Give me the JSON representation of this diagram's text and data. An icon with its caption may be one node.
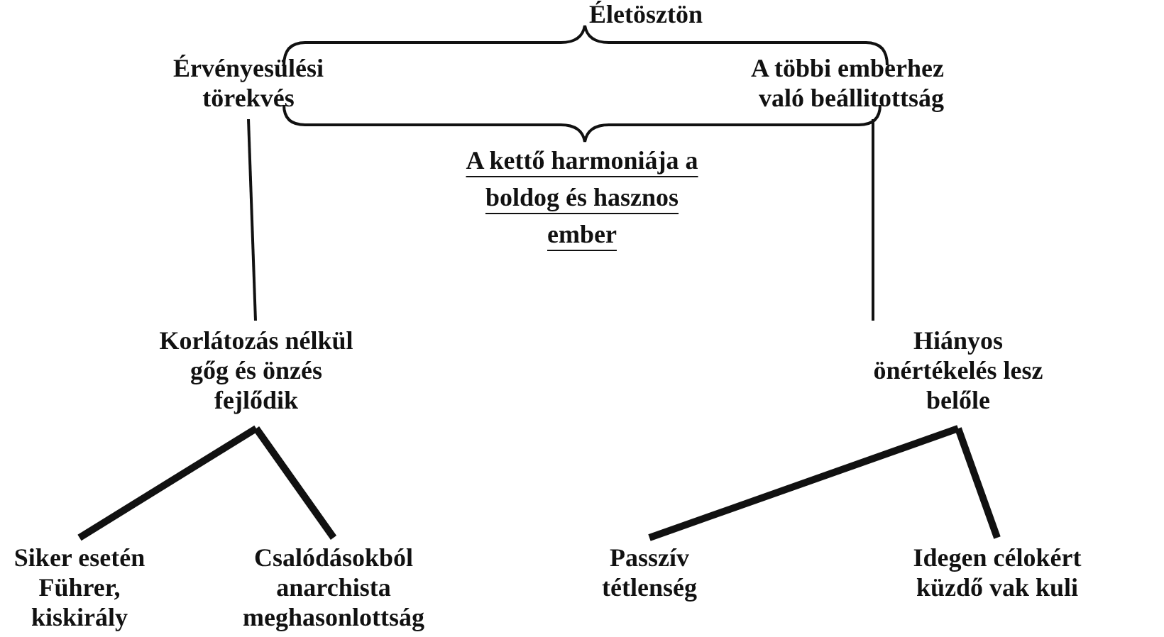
{
  "diagram": {
    "nodes": [
      {
        "text": [
          "Életösztön"
        ]
      },
      {
        "text": [
          "Érvényesülési törekvés"
        ]
      },
      {
        "text": [
          "A többi emberhez való beállitottság"
        ]
      },
      {
        "text": [
          "A kettő harmoniája a boldog és hasznos ember"
        ]
      },
      {
        "text": [
          "Korlátozás nélkül gőg és önzés fejlődik"
        ]
      },
      {
        "text": [
          "Hiányos önértékelés lesz belőle"
        ]
      },
      {
        "text": [
          "Siker esetén Führer, kiskirály"
        ]
      },
      {
        "text": [
          "Csalódásokból anarchista meghasonlottság"
        ]
      },
      {
        "text": [
          "Passzív tétlenség"
        ]
      },
      {
        "text": [
          "Idegen célokért küzdő vak kuli"
        ]
      }
    ],
    "edges": [
      {
        "from": 1,
        "to": 4,
        "arrow": "none"
      },
      {
        "from": 2,
        "to": 5,
        "arrow": "none"
      },
      {
        "from": 4,
        "to": 6,
        "arrow": "none"
      },
      {
        "from": 4,
        "to": 7,
        "arrow": "none"
      },
      {
        "from": 5,
        "to": 8,
        "arrow": "none"
      },
      {
        "from": 5,
        "to": 9,
        "arrow": "none"
      }
    ]
  }
}
